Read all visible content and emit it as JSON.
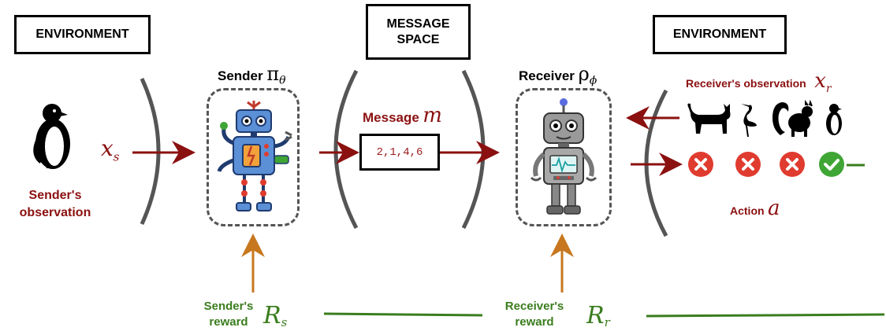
{
  "colors": {
    "arrow_red": "#8b1010",
    "arrow_orange": "#c7771e",
    "reward_green": "#3a7d1e",
    "wrong_red": "#e03b2f",
    "correct_green": "#3fa535",
    "paren_gray": "#555555"
  },
  "env_left": {
    "label": "ENVIRONMENT"
  },
  "env_right": {
    "label": "ENVIRONMENT"
  },
  "message_space": {
    "label": "MESSAGE\nSPACE"
  },
  "sender": {
    "label": "Sender",
    "symbol": "π",
    "subscript": "θ",
    "observation_label": "Sender's\nobservation",
    "obs_symbol": "x",
    "obs_sub": "s",
    "reward_label": "Sender's\nreward",
    "reward_symbol": "R",
    "reward_sub": "s"
  },
  "receiver": {
    "label": "Receiver",
    "symbol": "ρ",
    "subscript": "ϕ",
    "observation_label": "Receiver's observation",
    "obs_symbol": "x",
    "obs_sub": "r",
    "reward_label": "Receiver's\nreward",
    "reward_symbol": "R",
    "reward_sub": "r"
  },
  "message": {
    "label": "Message",
    "symbol": "m",
    "value": "2,1,4,6"
  },
  "action": {
    "label": "Action",
    "symbol": "a"
  },
  "candidates": [
    {
      "icon": "cat-icon",
      "outcome": "wrong"
    },
    {
      "icon": "heron-icon",
      "outcome": "wrong"
    },
    {
      "icon": "lemur-icon",
      "outcome": "wrong"
    },
    {
      "icon": "penguin-icon",
      "outcome": "correct"
    }
  ]
}
